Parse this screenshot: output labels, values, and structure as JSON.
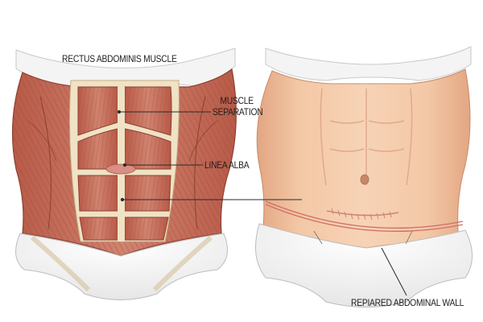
{
  "diagram": {
    "panels": [
      {
        "id": "left",
        "description": "Anatomical illustration of abdominal muscles with diastasis"
      },
      {
        "id": "right",
        "description": "Skin-surface torso after repair with low horizontal scar"
      }
    ],
    "labels": {
      "title_left": "RECTUS ABDOMINIS MUSCLE",
      "muscle_separation_line1": "MUSCLE",
      "muscle_separation_line2": "SEPARATION",
      "linea_alba": "LINEA ALBA",
      "repaired_wall": "REPIARED ABDOMINAL WALL"
    },
    "colors": {
      "muscle": "#c8715e",
      "muscle_dark": "#9e4a3a",
      "tendon": "#f1e3c8",
      "skin": "#f3c9a8",
      "skin_shade": "#e4ac88",
      "scar": "#d87a72",
      "cloth": "#f6f6f6",
      "leader": "#2a2a2a"
    }
  }
}
